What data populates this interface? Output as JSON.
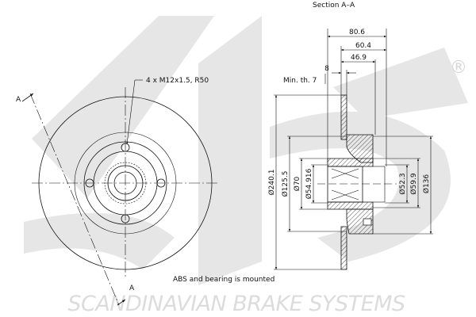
{
  "watermark": {
    "brand": "SCANDINAVIAN BRAKE SYSTEMS",
    "logo": "sbs",
    "registered": "®"
  },
  "front_view": {
    "section_marker": "A",
    "section_marker_bottom": "A",
    "bolt_callout": "4 x M12x1.5, R50"
  },
  "section_view": {
    "title": "Section A–A",
    "min_thickness": "Min. th. 7",
    "dims_horizontal": {
      "overall_height": "80.6",
      "hub_height": "60.4",
      "hat_depth": "46.9",
      "disc_thickness": "8"
    },
    "dims_vertical": {
      "outer_diameter": "Ø240.1",
      "hat_diameter": "Ø125.5",
      "bearing_outer": "Ø70",
      "bearing_seat": "Ø54.916",
      "bore": "Ø52.3",
      "centering": "Ø59.9",
      "flange": "Ø136"
    }
  },
  "note": "ABS and bearing is mounted"
}
